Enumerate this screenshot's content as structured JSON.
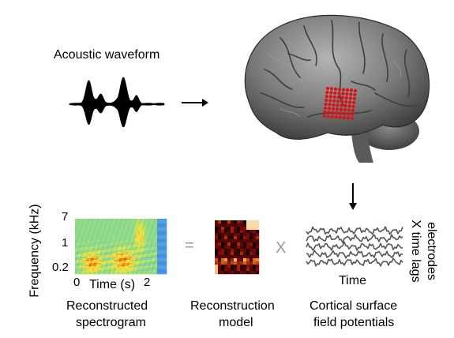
{
  "labels": {
    "acoustic_waveform": "Acoustic waveform",
    "reconstructed_spectrogram_1": "Reconstructed",
    "reconstructed_spectrogram_2": "spectrogram",
    "reconstruction_model_1": "Reconstruction",
    "reconstruction_model_2": "model",
    "cortical_1": "Cortical surface",
    "cortical_2": "field potentials",
    "time": "Time",
    "electrodes_1": "electrodes",
    "electrodes_2": "X time lags",
    "equals": "=",
    "times": "X"
  },
  "spectrogram": {
    "ylabel": "Frequency (kHz)",
    "xlabel": "Time (s)",
    "yticks": [
      "7",
      "1",
      "0.2"
    ],
    "xticks": [
      "0",
      "2"
    ]
  },
  "colors": {
    "electrode_grid": "#e01010",
    "arrow": "#000000",
    "operator": "#9a9a9a",
    "traces": "#555555"
  }
}
